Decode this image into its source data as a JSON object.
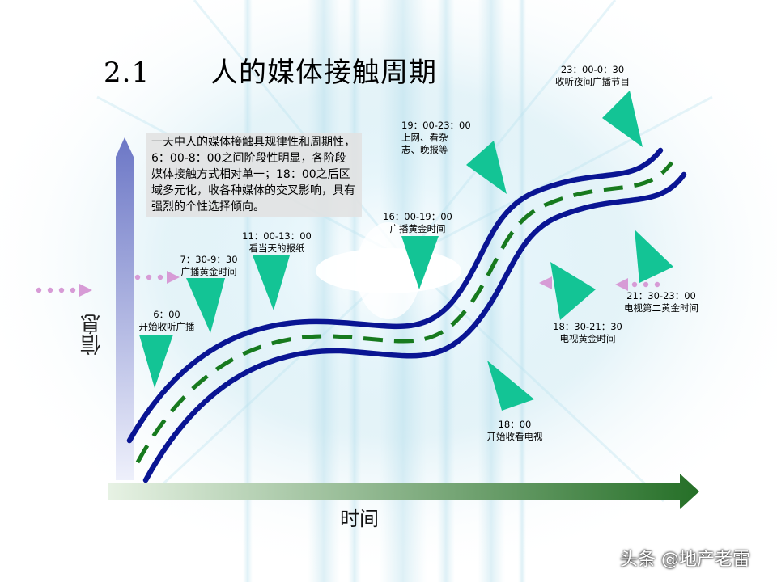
{
  "slide": {
    "title_number": "2.1",
    "title_text": "人的媒体接触周期",
    "description": "一天中人的媒体接触具规律性和周期性，6：00-8：00之间阶段性明显，各阶段媒体接触方式相对单一；18：00之后区域多元化，收各种媒体的交叉影响，具有强烈的个性选择倾向。",
    "y_axis_label": "信息",
    "x_axis_label": "时间",
    "watermark": "头条 @地产老雷"
  },
  "labels": [
    {
      "time": "6：00",
      "text": "开始收听广播"
    },
    {
      "time": "7：30-9：30",
      "text": "广播黄金时间"
    },
    {
      "time": "11：00-13：00",
      "text": "看当天的报纸"
    },
    {
      "time": "16：00-19：00",
      "text": "广播黄金时间"
    },
    {
      "time": "19：00-23：00",
      "text": "上网、看杂",
      "text2": "志、晚报等"
    },
    {
      "time": "23：00-0：30",
      "text": "收听夜间广播节目"
    },
    {
      "time": "18：00",
      "text": "开始收看电视"
    },
    {
      "time": "18：30-21：30",
      "text": "电视黄金时间"
    },
    {
      "time": "21：30-23：00",
      "text": "电视第二黄金时间"
    }
  ],
  "colors": {
    "curve": "#0a1593",
    "dash": "#177a1e",
    "triangle": "#13c495",
    "y_axis": "#7d86cc",
    "x_axis": "#2f7a30",
    "dots": "#d79bd6"
  }
}
